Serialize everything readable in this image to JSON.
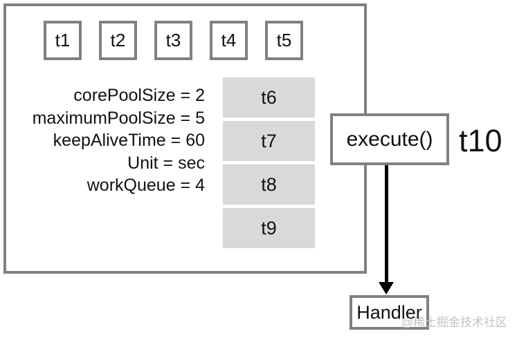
{
  "diagram": {
    "pool": {
      "threads": [
        {
          "label": "t1"
        },
        {
          "label": "t2"
        },
        {
          "label": "t3"
        },
        {
          "label": "t4"
        },
        {
          "label": "t5"
        }
      ],
      "params": {
        "lines": [
          "corePoolSize = 2",
          "maximumPoolSize = 5",
          "keepAliveTime = 60",
          "Unit = sec",
          "workQueue = 4"
        ]
      },
      "queue": {
        "items": [
          {
            "label": "t6"
          },
          {
            "label": "t7"
          },
          {
            "label": "t8"
          },
          {
            "label": "t9"
          }
        ]
      }
    },
    "execute_label": "execute()",
    "incoming_task_label": "t10",
    "handler_label": "Handler",
    "watermark": "@稀土掘金技术社区",
    "colors": {
      "border": "#7e8184",
      "queue_fill": "#d8d9da",
      "arrow": "#000000",
      "watermark": "#c3c3c5"
    }
  }
}
